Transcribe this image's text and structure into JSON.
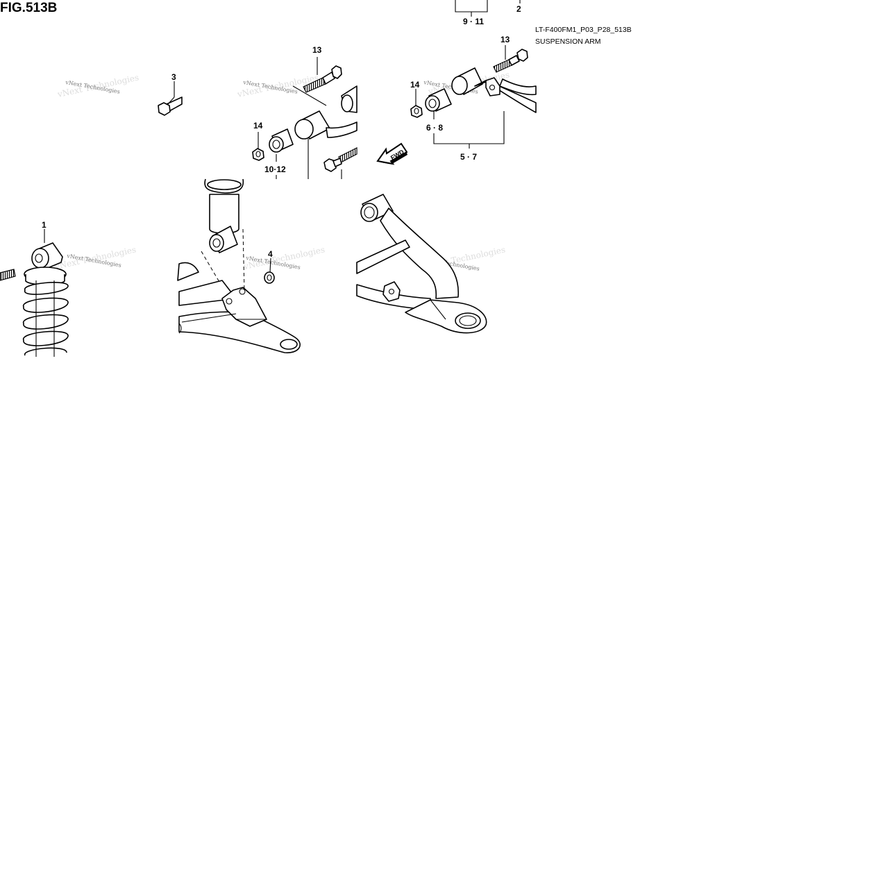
{
  "figure": {
    "title": "FIG.513B",
    "code": "LT-F400FM1_P03_P28_513B",
    "name": "SUSPENSION ARM"
  },
  "callouts": {
    "c1": "1",
    "c2": "2",
    "c3": "3",
    "c4": "4",
    "c13a": "13",
    "c13b": "13",
    "c14a": "14",
    "c14b": "14",
    "c5_7": "5 · 7",
    "c6_8": "6 · 8",
    "c9_11": "9 · 11",
    "c10_12": "10·12"
  },
  "fwd_arrow": "FWD",
  "watermark": "vNext Technologies",
  "icons": {
    "fwd_arrow": "direction-arrow-icon"
  }
}
